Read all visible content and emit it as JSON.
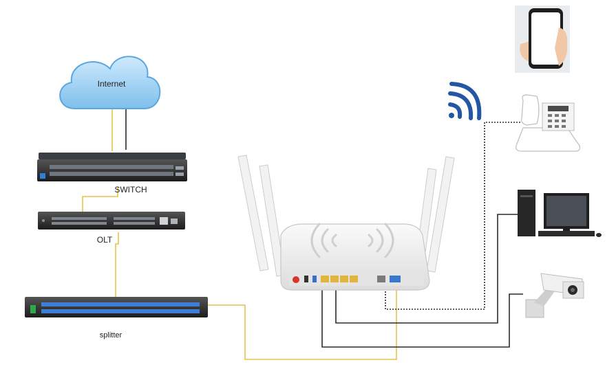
{
  "labels": {
    "internet": "Internet",
    "switch": "SWITCH",
    "olt": "OLT",
    "splitter": "splitter"
  },
  "colors": {
    "fiber": "#e6c34a",
    "ethernet": "#2b2b2b",
    "cloud": "#7fc2ef",
    "wifi": "#2456a6"
  }
}
